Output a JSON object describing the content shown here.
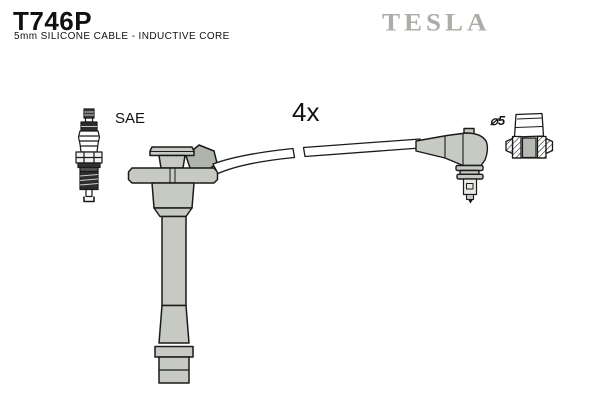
{
  "product": {
    "code": "T746P",
    "description": "5mm SILICONE CABLE - INDUCTIVE CORE"
  },
  "brand": {
    "logo_text": "TESLA",
    "logo_color": "#a9aea6"
  },
  "diagram": {
    "labels": {
      "spark_plug_standard": "SAE",
      "quantity": "4x",
      "terminal_diameter": "⌀5"
    },
    "parts": {
      "spark_plug": "SAE spark plug reference",
      "coil_boot": "long spark plug boot",
      "cable": "ignition cable with break marks",
      "distributor_boot": "90-degree end boot with terminal",
      "terminal_section": "5mm terminal cross-section"
    },
    "colors": {
      "line": "#1a1a1a",
      "part_fill": "#c6cac3",
      "part_fill_dark": "#afb4ad",
      "metal_fill": "#e9e9e6",
      "background": "#ffffff"
    }
  }
}
